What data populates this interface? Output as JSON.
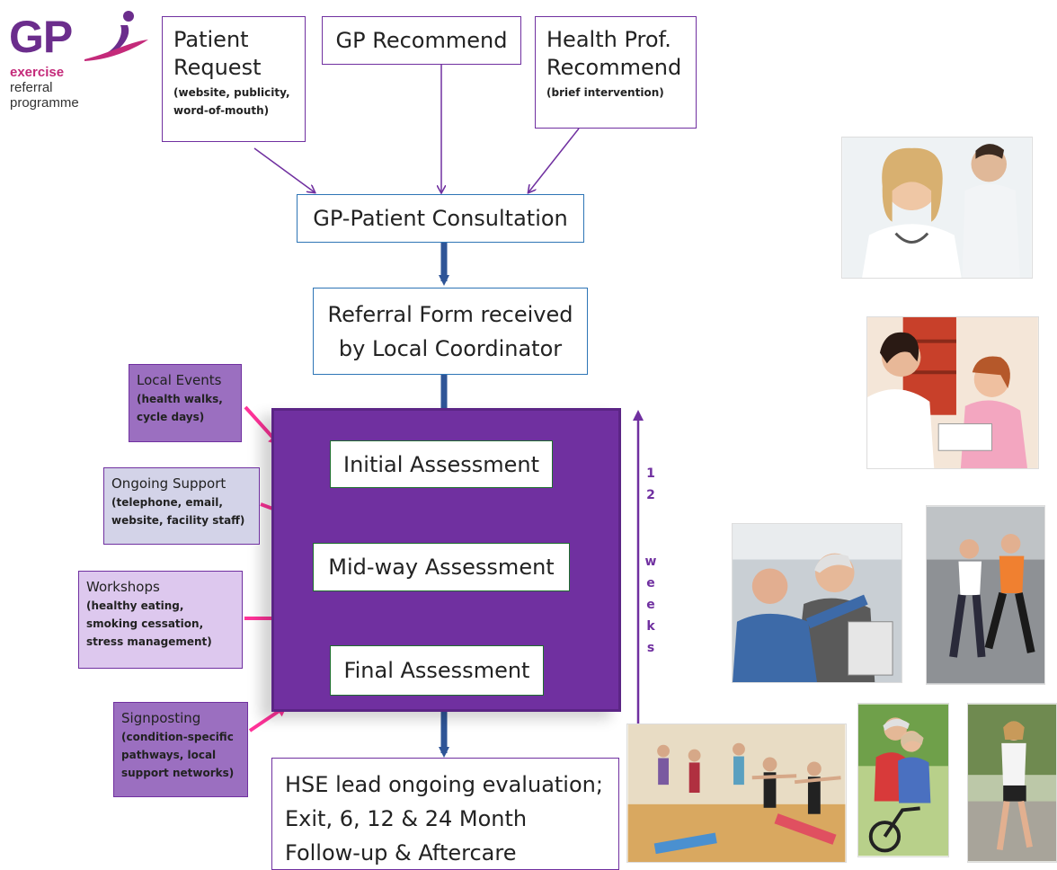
{
  "logo": {
    "mark": "GP",
    "line1": "exercise",
    "line2": "referral",
    "line3": "programme",
    "colors": {
      "purple": "#6b2d8c",
      "magenta": "#c42a7a"
    }
  },
  "sources": [
    {
      "title_line1": "Patient",
      "title_line2": "Request",
      "detail": "(website, publicity, word-of-mouth)"
    },
    {
      "title_line1": "GP Recommend",
      "title_line2": "",
      "detail": ""
    },
    {
      "title_line1": "Health Prof.",
      "title_line2": "Recommend",
      "detail": "(brief intervention)"
    }
  ],
  "flow": {
    "consultation": "GP-Patient Consultation",
    "referral_line1": "Referral Form received",
    "referral_line2": "by Local Coordinator",
    "initial": "Initial Assessment",
    "midway": "Mid-way Assessment",
    "final": "Final Assessment",
    "evaluation_line1": "HSE lead ongoing evaluation;",
    "evaluation_line2": "Exit, 6, 12 & 24 Month",
    "evaluation_line3": "Follow-up & Aftercare"
  },
  "weeks_letters": [
    "1",
    "2",
    "w",
    "e",
    "e",
    "k",
    "s"
  ],
  "supports": [
    {
      "title": "Local Events",
      "detail": "(health walks, cycle days)",
      "bg": "#9b6fc0"
    },
    {
      "title": "Ongoing Support",
      "detail": "(telephone, email, website, facility staff)",
      "bg": "#d3d3e8"
    },
    {
      "title": "Workshops",
      "detail": "(healthy eating, smoking cessation, stress management)",
      "bg": "#ddc8ee"
    },
    {
      "title": "Signposting",
      "detail": "(condition-specific pathways, local support networks)",
      "bg": "#9b6fc0"
    }
  ],
  "colors": {
    "purple": "#7030a0",
    "blue_border": "#2e75b6",
    "arrow_dark": "#2f5597",
    "pink_arrow": "#ff3399"
  }
}
